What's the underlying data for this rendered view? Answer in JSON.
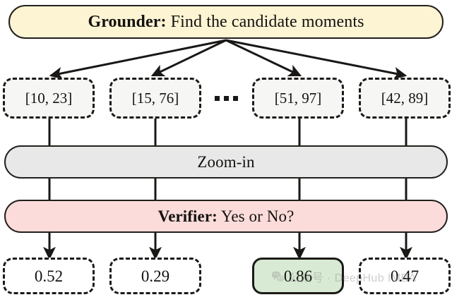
{
  "diagram": {
    "title_flow": "Grounder to Verifier candidate moment scoring pipeline",
    "colors": {
      "grounder_fill": "#fdf4d4",
      "zoomin_fill": "#e8e8e8",
      "verifier_fill": "#fbdcda",
      "candidate_fill": "#f6f6f4",
      "score_fill": "#ffffff",
      "selected_fill": "#d8ead3",
      "stroke": "#1c1a18"
    }
  },
  "grounder": {
    "role_label": "Grounder:",
    "prompt": " Find the candidate moments"
  },
  "candidates": [
    {
      "label": "[10, 23]",
      "start": 10,
      "end": 23
    },
    {
      "label": "[15, 76]",
      "start": 15,
      "end": 76
    },
    {
      "label": "[51, 97]",
      "start": 51,
      "end": 97
    },
    {
      "label": "[42, 89]",
      "start": 42,
      "end": 89
    }
  ],
  "ellipsis": "...",
  "zoomin": {
    "label": "Zoom-in"
  },
  "verifier": {
    "role_label": "Verifier:",
    "prompt": "  Yes or No?"
  },
  "scores": [
    {
      "label": "0.52",
      "value": 0.52,
      "selected": false
    },
    {
      "label": "0.29",
      "value": 0.29,
      "selected": false
    },
    {
      "label": "0.86",
      "value": 0.86,
      "selected": true
    },
    {
      "label": "0.47",
      "value": 0.47,
      "selected": false
    }
  ],
  "watermark": {
    "text": "公众号 · DeepHub IMBA",
    "icon": "wechat-icon"
  }
}
